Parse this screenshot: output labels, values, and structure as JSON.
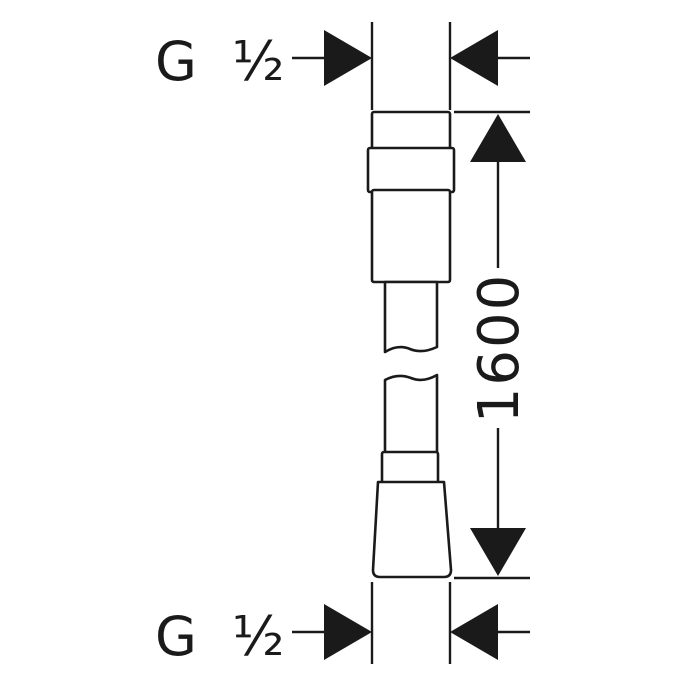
{
  "top_thread": {
    "letter": "G",
    "size": "½"
  },
  "bottom_thread": {
    "letter": "G",
    "size": "½"
  },
  "length_dimension": {
    "value": "1600"
  },
  "colors": {
    "ink": "#1a1a1a",
    "paper": "#ffffff"
  }
}
